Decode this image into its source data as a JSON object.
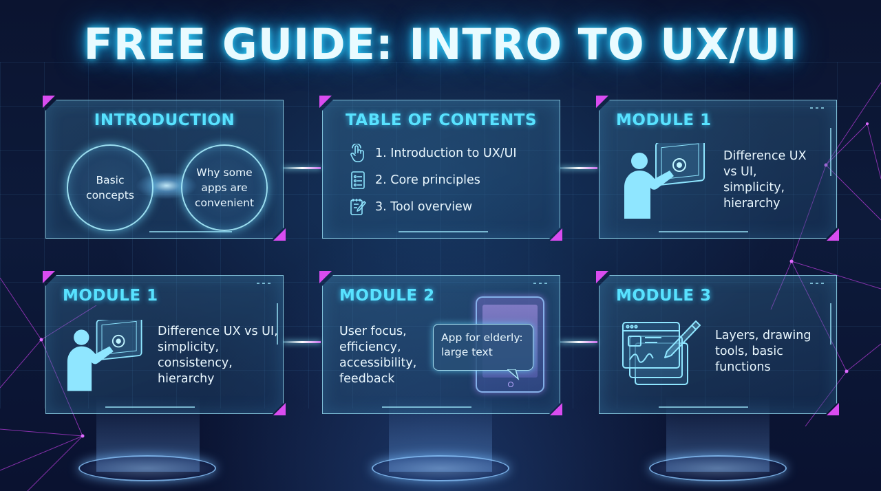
{
  "title": "FREE GUIDE: INTRO TO UX/UI",
  "cards": {
    "introduction": {
      "title": "INTRODUCTION",
      "left_bubble": "Basic concepts",
      "right_bubble": "Why some apps are convenient"
    },
    "toc": {
      "title": "TABLE OF CONTENTS",
      "items": [
        {
          "text": "1. Introduction to UX/UI",
          "icon": "tap-hand-icon"
        },
        {
          "text": "2. Core principles",
          "icon": "checklist-icon"
        },
        {
          "text": "3. Tool overview",
          "icon": "notepad-pen-icon"
        }
      ]
    },
    "module1_top": {
      "title": "MODULE 1",
      "text": "Difference UX vs UI, simplicity, hierarchy",
      "icon": "person-touchscreen-icon"
    },
    "module1_bottom": {
      "title": "MODULE 1",
      "text": "Difference UX vs UI, simplicity, consistency, hierarchy",
      "icon": "person-touchscreen-icon"
    },
    "module2": {
      "title": "MODULE 2",
      "text": "User focus, efficiency, accessibility, feedback",
      "note": "App for elderly: large text",
      "icon": "tablet-icon"
    },
    "module3": {
      "title": "MODULE 3",
      "text": "Layers, drawing tools, basic functions",
      "icon": "design-tools-icon"
    }
  },
  "colors": {
    "accent_cyan": "#58e2ff",
    "accent_magenta": "#d94cf0",
    "background": "#0b1430"
  }
}
